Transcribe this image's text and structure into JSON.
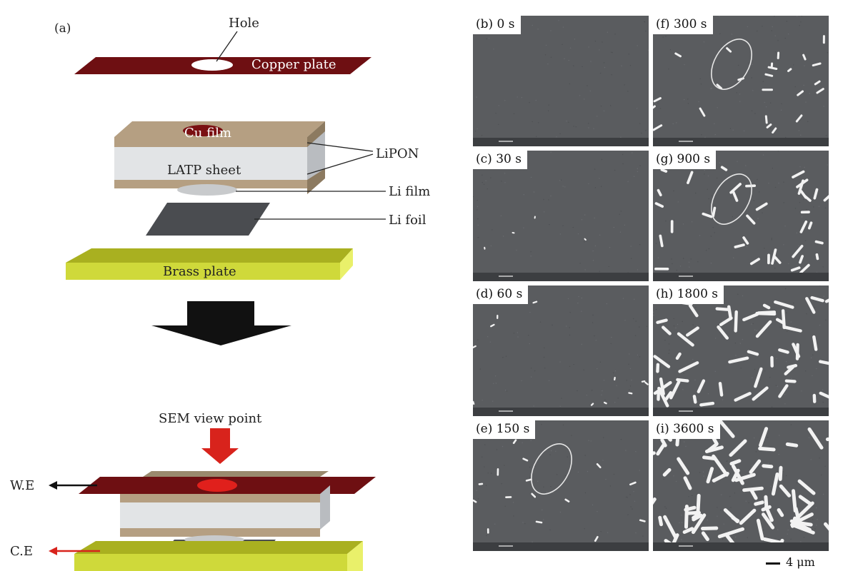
{
  "figure": {
    "panel_a": {
      "tag": "(a)",
      "hole_label": "Hole",
      "copper_plate_label": "Copper plate",
      "cu_film_label": "Cu film",
      "lipon_label": "LiPON",
      "latp_label": "LATP sheet",
      "li_film_label": "Li film",
      "li_foil_label": "Li foil",
      "brass_plate_label": "Brass plate",
      "sem_view_label": "SEM view point",
      "we_label": "W.E",
      "ce_label": "C.E"
    },
    "sem_panels": [
      {
        "tag": "(b) 0 s",
        "density": 0,
        "length": 0
      },
      {
        "tag": "(f) 300 s",
        "density": 0.3,
        "length": 0.35,
        "circle": true
      },
      {
        "tag": "(c) 30 s",
        "density": 0.02,
        "length": 0
      },
      {
        "tag": "(g) 900 s",
        "density": 0.5,
        "length": 0.55,
        "circle": true
      },
      {
        "tag": "(d) 60 s",
        "density": 0.12,
        "length": 0.1
      },
      {
        "tag": "(h) 1800 s",
        "density": 0.75,
        "length": 0.8
      },
      {
        "tag": "(e) 150 s",
        "density": 0.18,
        "length": 0.2,
        "circle": true
      },
      {
        "tag": "(i) 3600 s",
        "density": 1.0,
        "length": 1.0
      }
    ],
    "scale_bar": "4 μm",
    "colors": {
      "copper": "#6e0f12",
      "lipon": "#b59f82",
      "latp": "#e2e4e6",
      "li_foil": "#4a4c50",
      "brass": "#cfd93a",
      "sem_bg": "#5a5c5f",
      "red_arrow": "#d8231c"
    }
  }
}
